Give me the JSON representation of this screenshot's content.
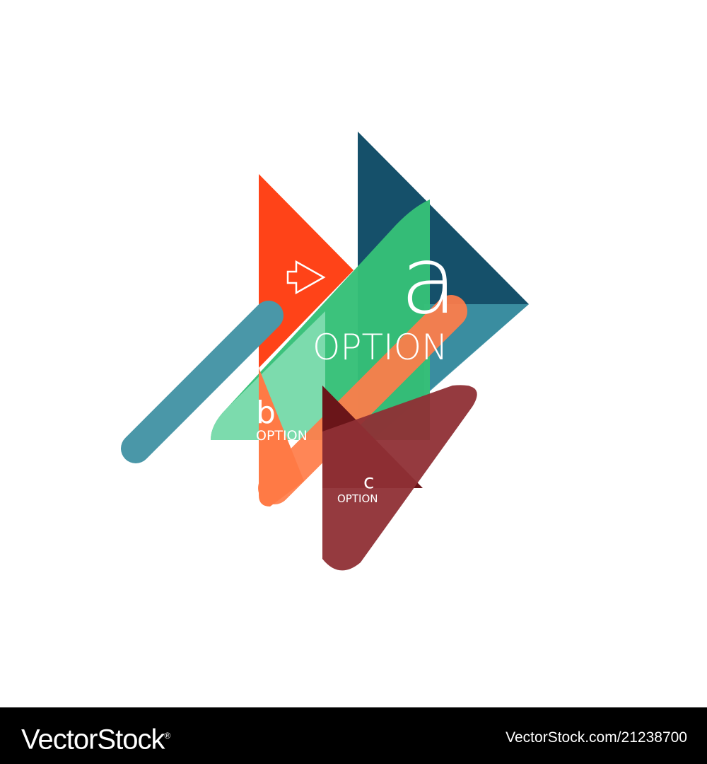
{
  "infographic": {
    "option_a": {
      "letter": "a",
      "caption": "OPTION"
    },
    "option_b": {
      "letter": "b",
      "caption": "OPTION"
    },
    "option_c": {
      "letter": "c",
      "caption": "OPTION"
    },
    "arrow_icon": "right-arrow-outline-icon"
  },
  "colors": {
    "teal_dark": "#1a5f78",
    "teal_light": "#4a9aaa",
    "red_orange": "#ff4a1c",
    "orange": "#ff7a45",
    "green": "#3ec27a",
    "mint": "#7ad9ac",
    "maroon": "#8f2f35",
    "dark_maroon": "#6b1519"
  },
  "watermark": {
    "brand": "VectorStock",
    "registered_mark": "®",
    "stock_id": "VectorStock.com/21238700"
  }
}
